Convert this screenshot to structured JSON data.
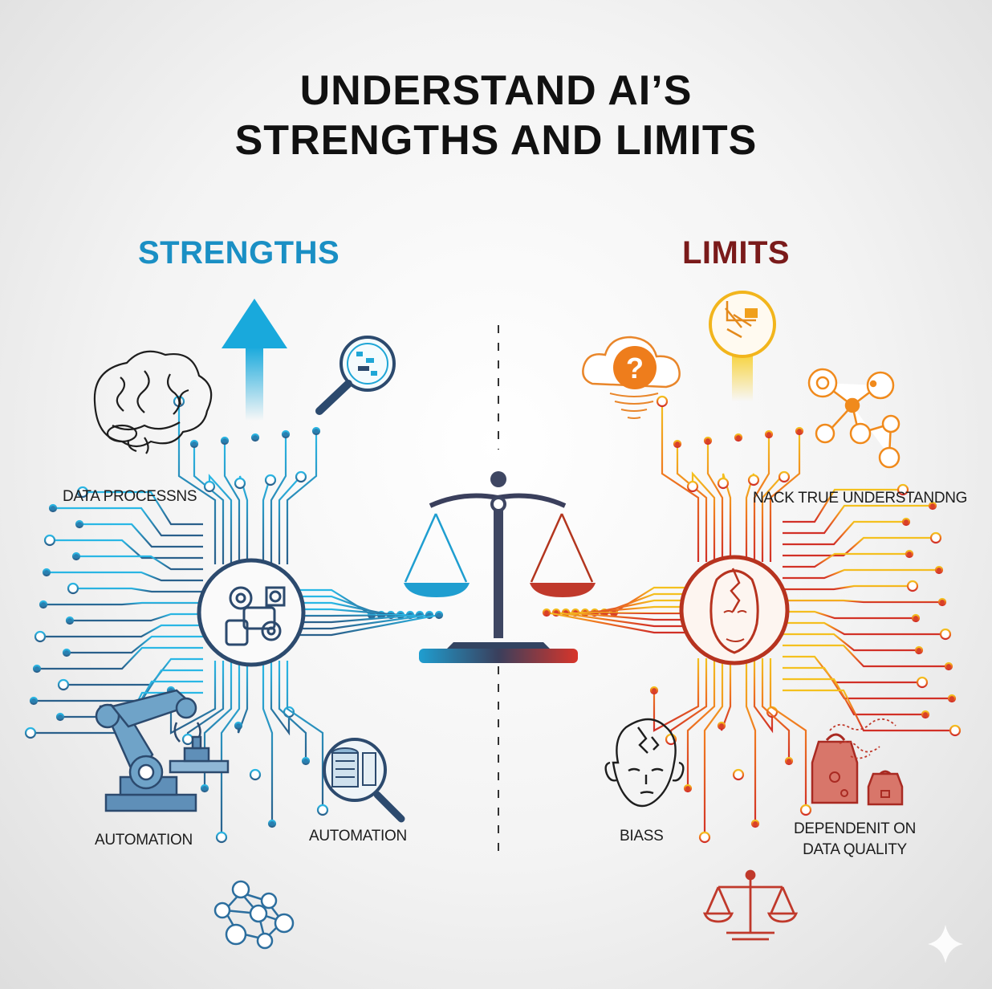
{
  "title": {
    "line1": "UNDERSTAND AI’S",
    "line2": "STRENGTHS AND LIMITS"
  },
  "strengths": {
    "heading": "STRENGTHS",
    "color": "#1a8fc4",
    "labels": [
      "DATA PROCESSNS",
      "AUTOMATION",
      "AUTOMATION"
    ],
    "icons": [
      "brain-icon",
      "magnifier-chart-icon",
      "gears-processing-icon",
      "robot-arm-icon",
      "magnifier-database-icon",
      "network-nodes-icon",
      "up-arrow-icon"
    ]
  },
  "limits": {
    "heading": "LIMITS",
    "color": "#7a1a1a",
    "labels": [
      "NACK TRUE UNDERSTANDNG",
      "BIASS",
      "DEPENDENIT ON",
      "DATA QUALITY"
    ],
    "icons": [
      "question-cloud-icon",
      "broken-tool-icon",
      "gear-network-icon",
      "cracked-head-icon",
      "cracked-face-icon",
      "weights-icon",
      "small-scales-icon"
    ]
  },
  "center": {
    "icon": "balance-scale-icon"
  },
  "colors": {
    "cyan": "#1fa6d6",
    "navy": "#2c4a6e",
    "red": "#d8352a",
    "orange": "#f08a1c",
    "yellow": "#f2b51c"
  }
}
